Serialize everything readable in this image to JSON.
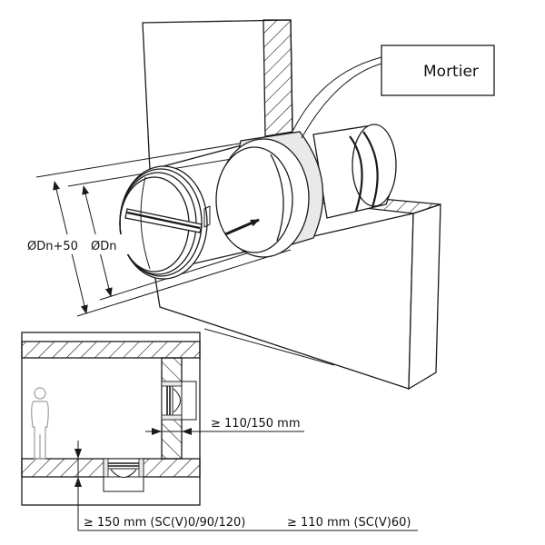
{
  "callout": {
    "label": "Mortier"
  },
  "dimensions": {
    "outer_diameter": "ØDn+50",
    "inner_diameter": "ØDn"
  },
  "section": {
    "wall_thickness": "≥ 110/150 mm",
    "floor_thickness_a": "≥ 150 mm (SC(V)0/90/120)",
    "floor_thickness_b": "≥ 110 mm (SC(V)60)"
  },
  "colors": {
    "line": "#1a1a1a",
    "mortar_fill": "#e8e9e8",
    "person_outline": "#9a9d9c",
    "background": "#ffffff"
  }
}
